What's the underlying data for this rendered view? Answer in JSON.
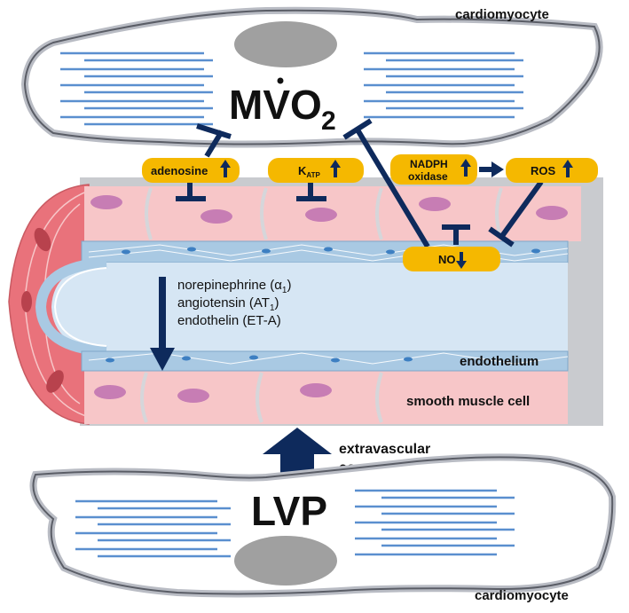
{
  "labels": {
    "top_cell": "cardiomyocyte",
    "bottom_cell": "cardiomyocyte",
    "mvo2_main": "MVO",
    "mvo2_sub": "2",
    "lvp": "LVP",
    "extravascular_line1": "extravascular",
    "extravascular_line2": "compression",
    "endothelium": "endothelium",
    "smooth_muscle": "smooth muscle cell"
  },
  "mediators": {
    "adenosine": "adenosine",
    "katp_main": "K",
    "katp_sub": "ATP",
    "nadph_line1": "NADPH",
    "nadph_line2": "oxidase",
    "ros": "ROS",
    "no": "NO"
  },
  "constrictors": [
    {
      "text": "norepinephrine (α",
      "sub": "1",
      "tail": ")"
    },
    {
      "text": "angiotensin (AT",
      "sub": "1",
      "tail": ")"
    },
    {
      "text": "endothelin (ET-A)",
      "sub": "",
      "tail": ""
    }
  ],
  "colors": {
    "pill": "#f5b800",
    "arrow": "#0e2a5c",
    "smooth_muscle": "#f7c6c8",
    "smooth_nucleus": "#c77db4",
    "lumen": "#d6e6f4",
    "endothelium_band": "#a9c9e3",
    "membrane": "#b9bcc4",
    "myofibril": "#5a8fcf",
    "nucleus_grey": "#a0a0a0",
    "adventitia": "#e9727b"
  }
}
